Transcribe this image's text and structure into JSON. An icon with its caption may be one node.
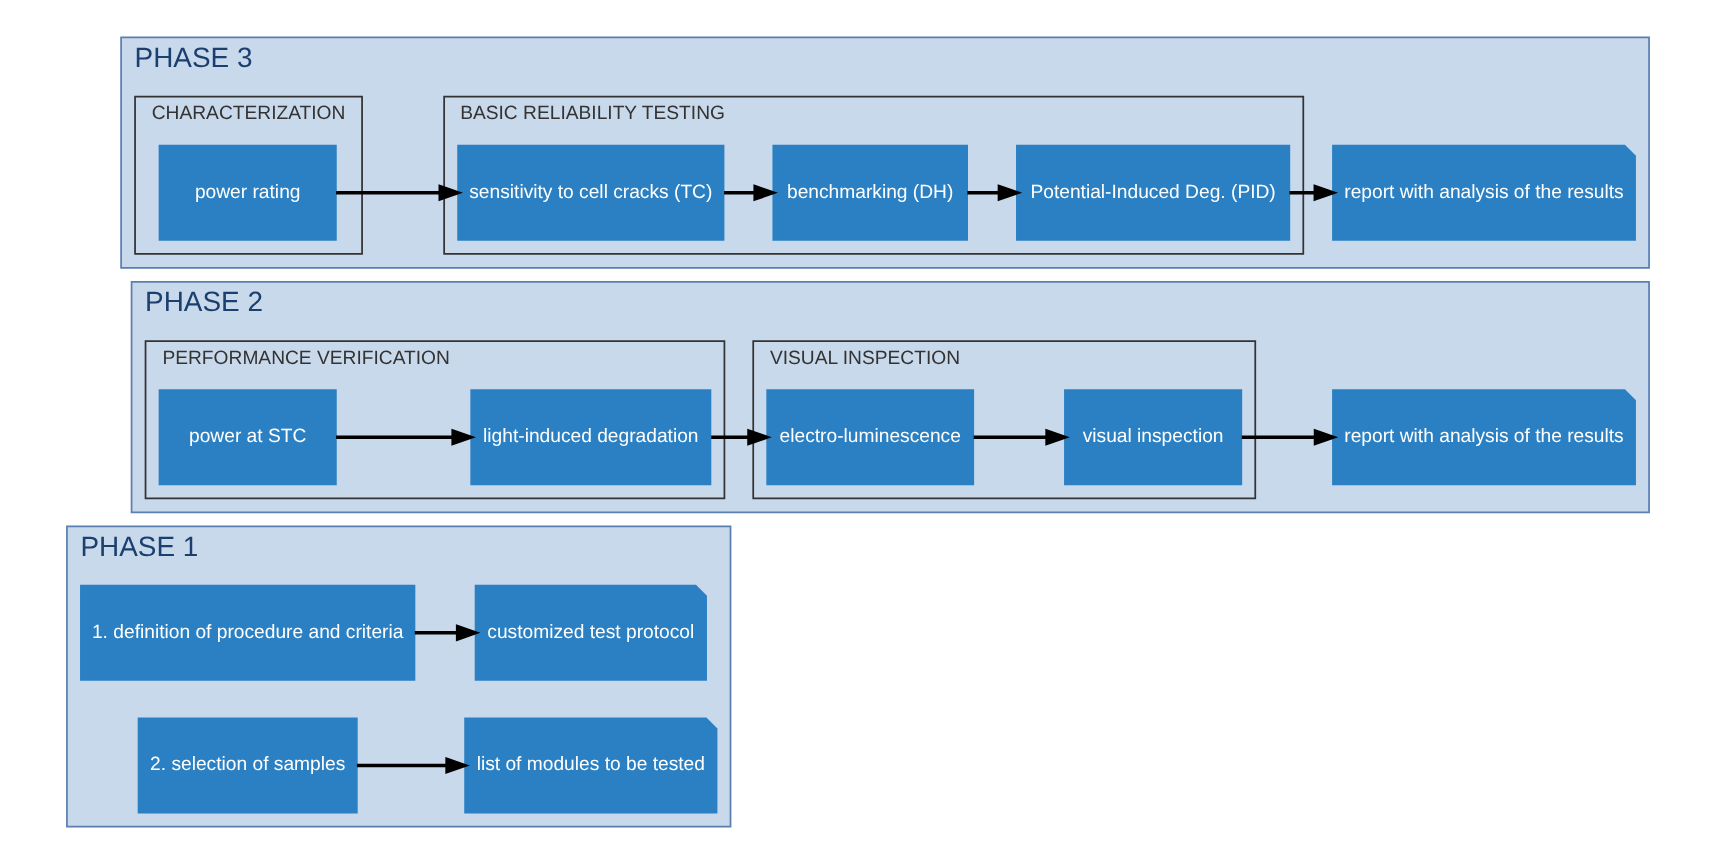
{
  "diagram": {
    "nodes": [
      {
        "text": [
          "PHASE 1"
        ]
      },
      {
        "text": [
          "1. definition of procedure and criteria"
        ],
        "in": 0
      },
      {
        "text": [
          "customized test protocol"
        ],
        "in": 0
      },
      {
        "text": [
          "2. selection of samples"
        ],
        "in": 0
      },
      {
        "text": [
          "list of modules to be tested"
        ],
        "in": 0
      },
      {
        "text": [
          "PHASE 2"
        ]
      },
      {
        "text": [
          "PERFORMANCE VERIFICATION"
        ],
        "in": 5
      },
      {
        "text": [
          "power at STC"
        ],
        "in": 6
      },
      {
        "text": [
          "light-induced degradation"
        ],
        "in": 6
      },
      {
        "text": [
          "VISUAL INSPECTION"
        ],
        "in": 5
      },
      {
        "text": [
          "electro-luminescence"
        ],
        "in": 9
      },
      {
        "text": [
          "visual inspection"
        ],
        "in": 9
      },
      {
        "text": [
          "report with analysis of the results"
        ],
        "in": 5
      },
      {
        "text": [
          "PHASE 3"
        ]
      },
      {
        "text": [
          "CHARACTERIZATION"
        ],
        "in": 13
      },
      {
        "text": [
          "power rating"
        ],
        "in": 14
      },
      {
        "text": [
          "BASIC RELIABILITY TESTING"
        ],
        "in": 13
      },
      {
        "text": [
          "sensitivity to cell cracks (TC)"
        ],
        "in": 16
      },
      {
        "text": [
          "benchmarking (DH)"
        ],
        "in": 16
      },
      {
        "text": [
          "Potential-Induced Deg. (PID)"
        ],
        "in": 16
      },
      {
        "text": [
          "report with analysis of the results"
        ],
        "in": 13
      }
    ],
    "edges": [
      {
        "from": 1,
        "to": 2,
        "arrow": "to"
      },
      {
        "from": 3,
        "to": 4,
        "arrow": "to"
      },
      {
        "from": 7,
        "to": 8,
        "arrow": "to"
      },
      {
        "from": 8,
        "to": 10,
        "arrow": "to"
      },
      {
        "from": 10,
        "to": 11,
        "arrow": "to"
      },
      {
        "from": 11,
        "to": 12,
        "arrow": "to"
      },
      {
        "from": 15,
        "to": 17,
        "arrow": "to"
      },
      {
        "from": 17,
        "to": 18,
        "arrow": "to"
      },
      {
        "from": 18,
        "to": 19,
        "arrow": "to"
      },
      {
        "from": 19,
        "to": 20,
        "arrow": "to"
      }
    ]
  }
}
